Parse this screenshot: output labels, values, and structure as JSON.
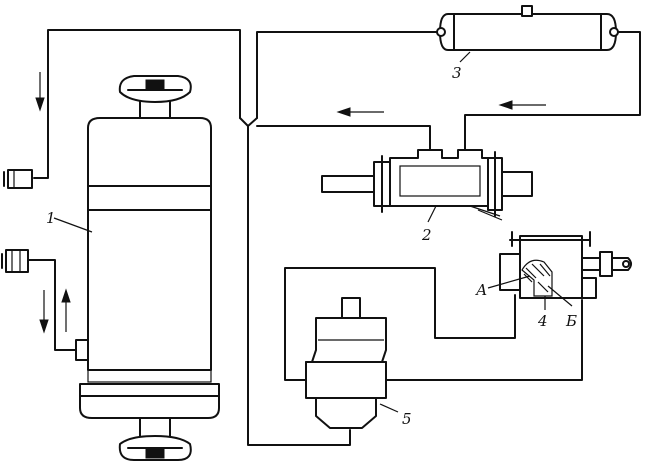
{
  "labels": {
    "cylinder": "1",
    "distributor": "2",
    "receiver": "3",
    "part_4": "4",
    "pump": "5",
    "port_a": "А",
    "port_b": "Б"
  }
}
